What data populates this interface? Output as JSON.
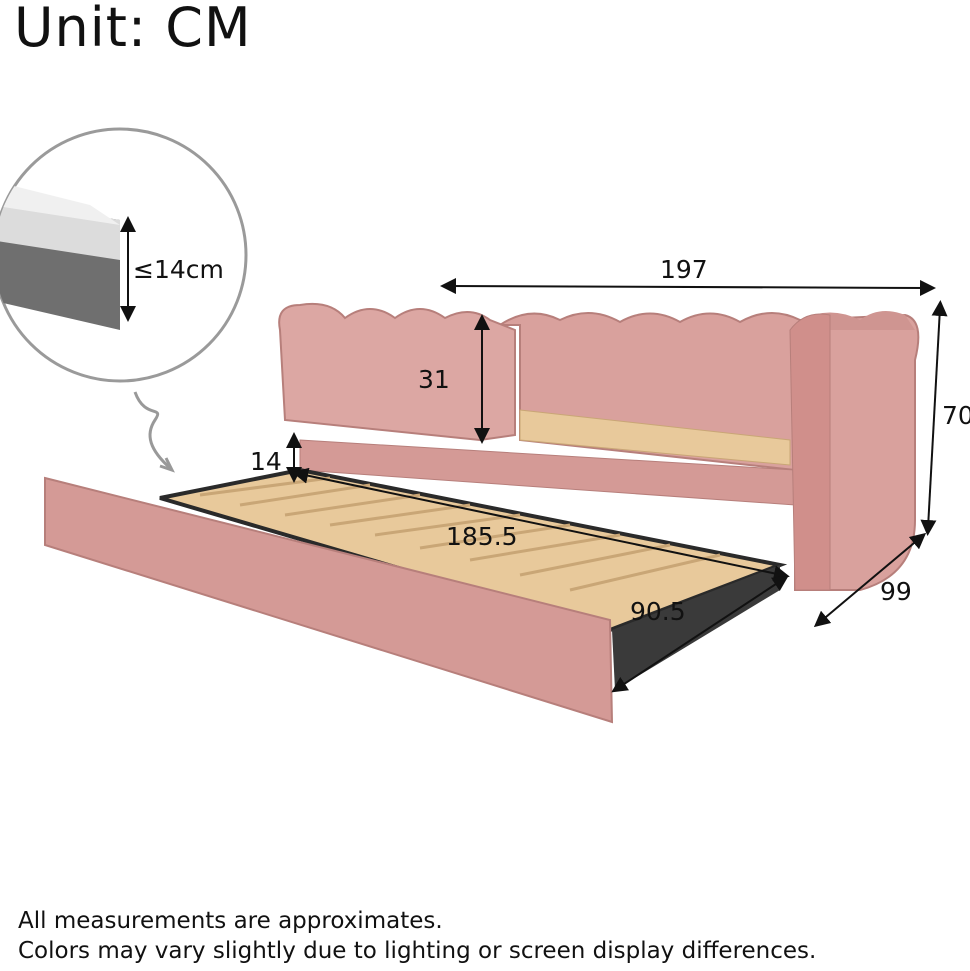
{
  "header": {
    "unit_label": "Unit: CM"
  },
  "inset": {
    "mattress_thickness": "≤14cm"
  },
  "dimensions": {
    "length": "197",
    "height": "70",
    "depth": "99",
    "guard_height": "31",
    "trundle_clearance": "14",
    "trundle_length": "185.5",
    "trundle_width": "90.5"
  },
  "colors": {
    "upholstery": "#d9a19d",
    "slats": "#e8c99b",
    "frame": "#2a2a2a"
  },
  "footer": {
    "line1": "All measurements are approximates.",
    "line2": "Colors may vary slightly due to lighting or screen display differences."
  }
}
